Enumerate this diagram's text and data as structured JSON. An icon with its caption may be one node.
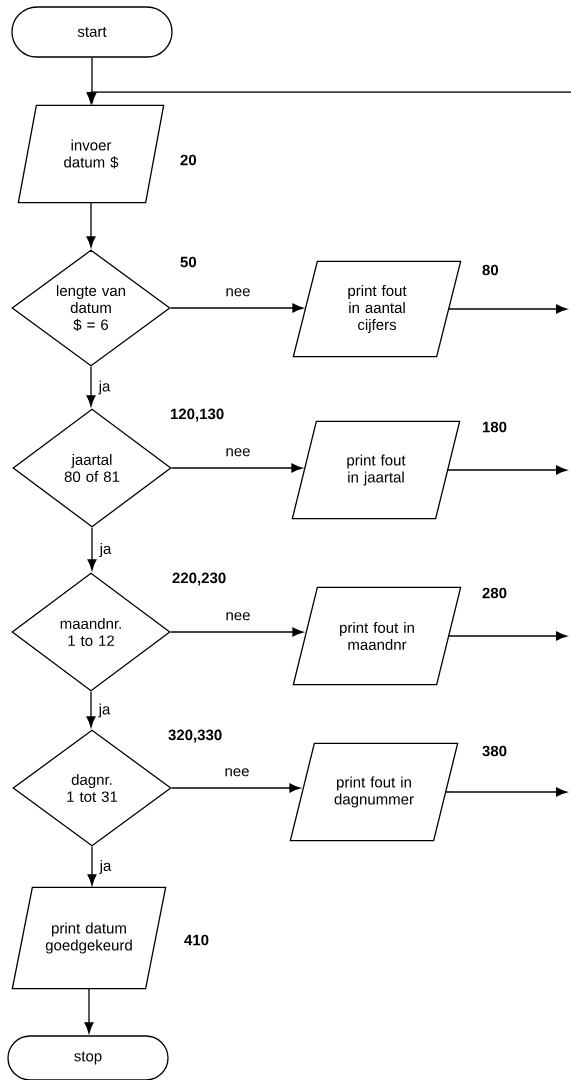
{
  "diagram": {
    "nodes": [
      {
        "text": [
          "start"
        ]
      },
      {
        "text": [
          "invoer datum $"
        ],
        "beside": [
          "20"
        ]
      },
      {
        "text": [
          "lengte van datum $ = 6"
        ],
        "beside": [
          "50"
        ]
      },
      {
        "text": [
          "print fout in aantal cijfers"
        ],
        "beside": [
          "80"
        ]
      },
      {
        "text": [
          "jaartal 80 of 81"
        ],
        "beside": [
          "120,130"
        ]
      },
      {
        "text": [
          "print fout in jaartal"
        ],
        "beside": [
          "180"
        ]
      },
      {
        "text": [
          "maandnr. 1 to 12"
        ],
        "beside": [
          "220,230"
        ]
      },
      {
        "text": [
          "print fout in maandnr"
        ],
        "beside": [
          "280"
        ]
      },
      {
        "text": [
          "dagnr. 1 tot 31"
        ],
        "beside": [
          "320,330"
        ]
      },
      {
        "text": [
          "print fout in dagnummer"
        ],
        "beside": [
          "380"
        ]
      },
      {
        "text": [
          "print datum goedgekeurd"
        ],
        "beside": [
          "410"
        ]
      },
      {
        "text": [
          "stop"
        ]
      }
    ],
    "edges": [
      {
        "from": 0,
        "to": 1,
        "arrow": "to"
      },
      {
        "from": null,
        "to": 1,
        "arrow": "to"
      },
      {
        "from": 1,
        "to": 2,
        "arrow": "to"
      },
      {
        "from": 2,
        "to": 3,
        "arrow": "to",
        "label": "nee"
      },
      {
        "from": 2,
        "to": 4,
        "arrow": "to",
        "label": "ja"
      },
      {
        "from": 3,
        "to": null,
        "arrow": "to"
      },
      {
        "from": 4,
        "to": 5,
        "arrow": "to",
        "label": "nee"
      },
      {
        "from": 4,
        "to": 6,
        "arrow": "to",
        "label": "ja"
      },
      {
        "from": 5,
        "to": null,
        "arrow": "to"
      },
      {
        "from": 6,
        "to": 7,
        "arrow": "to",
        "label": "nee"
      },
      {
        "from": 6,
        "to": 8,
        "arrow": "to",
        "label": "ja"
      },
      {
        "from": 7,
        "to": null,
        "arrow": "to"
      },
      {
        "from": 8,
        "to": 9,
        "arrow": "to",
        "label": "nee"
      },
      {
        "from": 8,
        "to": 10,
        "arrow": "to",
        "label": "ja"
      },
      {
        "from": 9,
        "to": null,
        "arrow": "to"
      },
      {
        "from": 10,
        "to": 11,
        "arrow": "to"
      }
    ]
  }
}
